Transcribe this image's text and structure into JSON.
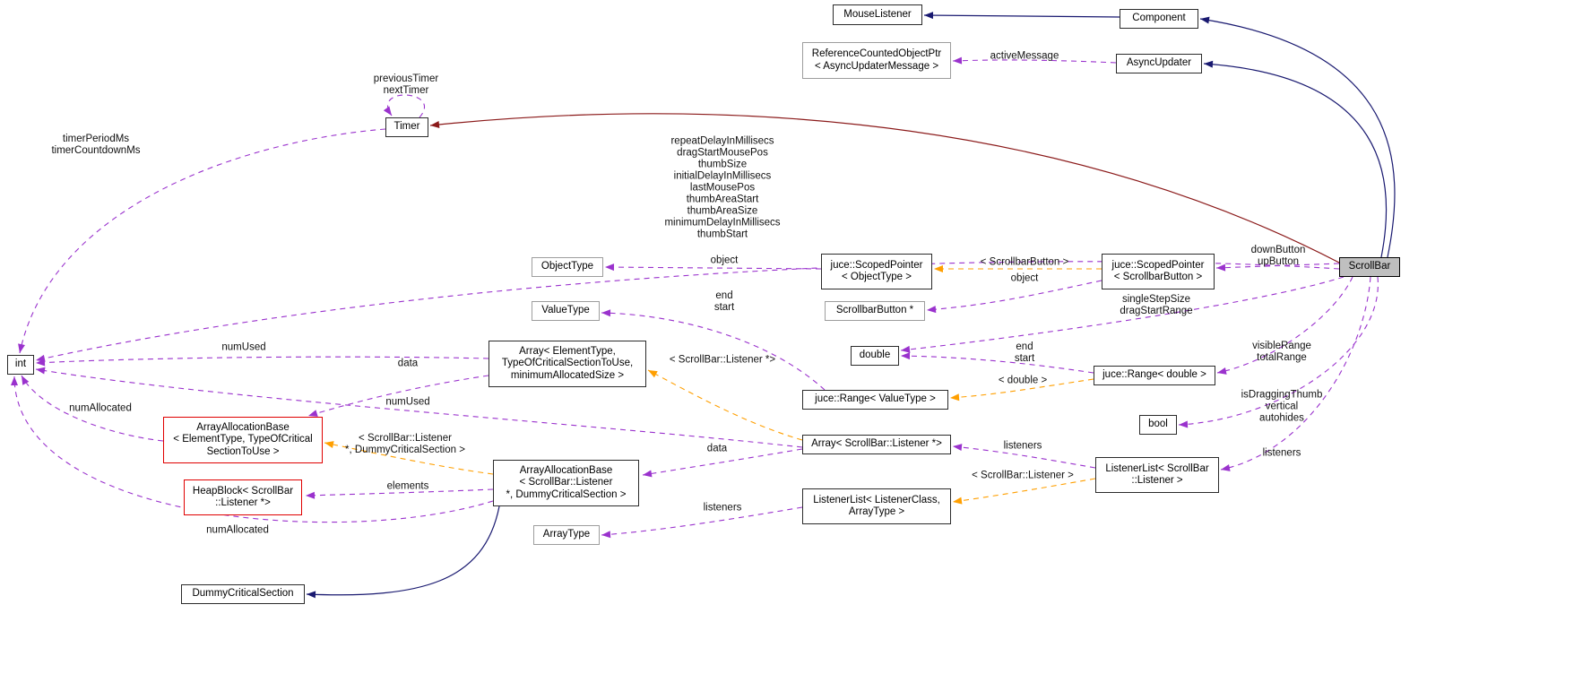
{
  "diagram_type": "doxygen-collaboration-graph",
  "colors": {
    "usage_edge": "#9a32cd",
    "template_edge": "#ff9f00",
    "inheritance_edge": "#191970",
    "inheritance_edge_alt": "#8b1a1a",
    "highlight_node_bg": "#bfbfbf",
    "truncated_node_border": "#e00000",
    "placeholder_node_border": "#9d9d9d"
  },
  "nodes": {
    "mouse_listener": "MouseListener",
    "component": "Component",
    "ref_counted_object_ptr": "ReferenceCountedObjectPtr\n< AsyncUpdaterMessage >",
    "async_updater": "AsyncUpdater",
    "timer": "Timer",
    "object_type": "ObjectType",
    "scoped_pointer_object_type": "juce::ScopedPointer\n< ObjectType >",
    "scoped_pointer_scrollbar_button": "juce::ScopedPointer\n< ScrollbarButton >",
    "scrollbar": "ScrollBar",
    "value_type": "ValueType",
    "scrollbar_button_ptr": "ScrollbarButton *",
    "double": "double",
    "range_double": "juce::Range< double >",
    "array_element_type": "Array< ElementType,\nTypeOfCriticalSectionToUse,\nminimumAllocatedSize >",
    "range_value_type": "juce::Range< ValueType >",
    "int": "int",
    "bool": "bool",
    "array_allocation_base": "ArrayAllocationBase\n< ElementType, TypeOfCritical\nSectionToUse >",
    "array_scrollbar_listener": "Array< ScrollBar::Listener *>",
    "listener_list_scrollbar": "ListenerList< ScrollBar\n::Listener >",
    "heap_block": "HeapBlock< ScrollBar\n::Listener *>",
    "array_allocation_base_listener": "ArrayAllocationBase\n< ScrollBar::Listener\n*, DummyCriticalSection >",
    "listener_list_generic": "ListenerList< ListenerClass,\nArrayType >",
    "array_type": "ArrayType",
    "dummy_critical_section": "DummyCriticalSection"
  },
  "labels": {
    "previous_next_timer": "previousTimer\nnextTimer",
    "timer_period": "timerPeriodMs\ntimerCountdownMs",
    "active_message": "activeMessage",
    "scrollbar_int_members": "repeatDelayInMillisecs\ndragStartMousePos\nthumbSize\ninitialDelayInMillisecs\nlastMousePos\nthumbAreaStart\nthumbAreaSize\nminimumDelayInMillisecs\nthumbStart",
    "object_1": "object",
    "tmpl_scrollbar_button": "< ScrollbarButton >",
    "down_up_button": "downButton\nupButton",
    "object_2": "object",
    "end_start_1": "end\nstart",
    "single_step": "singleStepSize\ndragStartRange",
    "end_start_2": "end\nstart",
    "visible_total_range": "visibleRange\ntotalRange",
    "tmpl_double": "< double >",
    "num_used_1": "numUsed",
    "data_1": "data",
    "tmpl_scrollbar_listener_ptr": "< ScrollBar::Listener *>",
    "num_used_2": "numUsed",
    "num_allocated_1": "numAllocated",
    "tmpl_listener_dcs": "< ScrollBar::Listener\n*, DummyCriticalSection >",
    "data_2": "data",
    "listeners_1": "listeners",
    "tmpl_scrollbar_listener": "< ScrollBar::Listener >",
    "elements": "elements",
    "listeners_2": "listeners",
    "num_allocated_2": "numAllocated",
    "dragging_vertical_autohides": "isDraggingThumb\nvertical\nautohides",
    "listeners_3": "listeners"
  }
}
